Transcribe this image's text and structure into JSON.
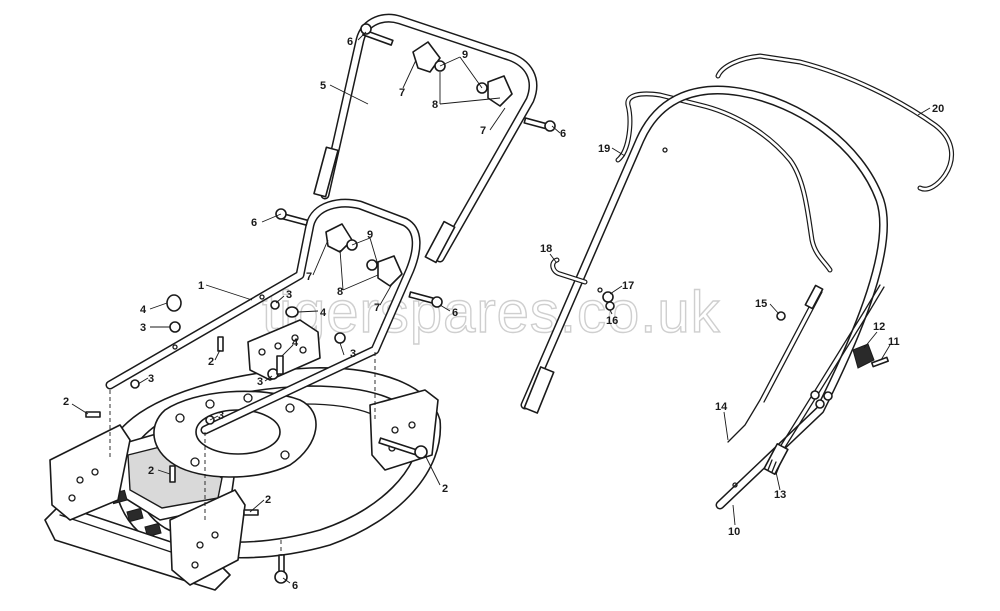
{
  "watermark": "tigerspares.co.uk",
  "callouts": {
    "c6a": "6",
    "c5": "5",
    "c9a": "9",
    "c7a": "7",
    "c8a": "8",
    "c7b": "7",
    "c6b": "6",
    "c6c": "6",
    "c9b": "9",
    "c7c": "7",
    "c8b": "8",
    "c7d": "7",
    "c6d": "6",
    "c1": "1",
    "c4a": "4",
    "c3a": "3",
    "c3b": "3",
    "c4b": "4",
    "c3c": "3",
    "c2a": "2",
    "c3d": "3",
    "c3e": "3",
    "c3f": "3",
    "c2b": "2",
    "c2c": "2",
    "c2d": "2",
    "c2e": "2",
    "c6e": "6",
    "c19": "19",
    "c20": "20",
    "c18": "18",
    "c17": "17",
    "c16": "16",
    "c15": "15",
    "c12": "12",
    "c11": "11",
    "c14": "14",
    "c13": "13",
    "c10": "10"
  }
}
